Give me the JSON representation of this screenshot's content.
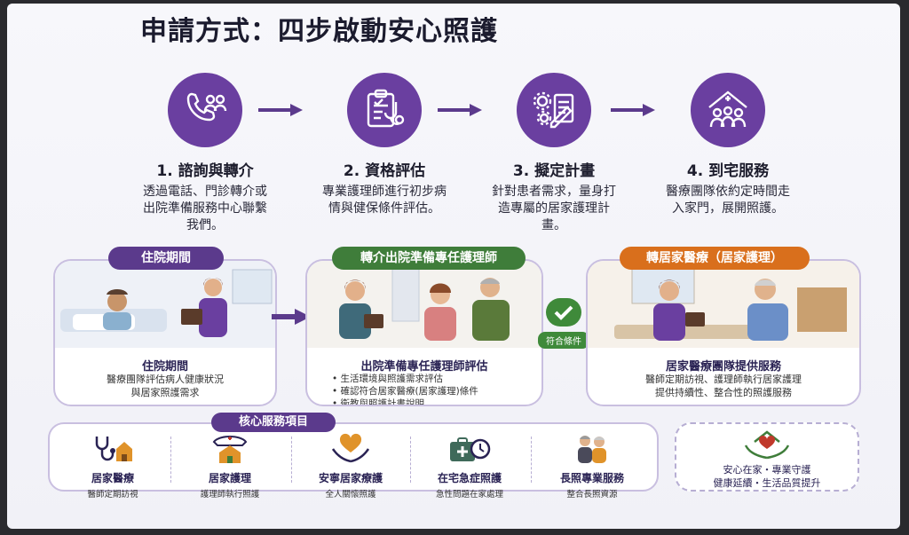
{
  "title": "申請方式：四步啟動安心照護",
  "steps": [
    {
      "title": "1. 諮詢與轉介",
      "desc": "透過電話、門診轉介或出院準備服務中心聯繫我們。",
      "icon": "phone-people-icon"
    },
    {
      "title": "2. 資格評估",
      "desc": "專業護理師進行初步病情與健保條件評估。",
      "icon": "clipboard-stethoscope-icon"
    },
    {
      "title": "3. 擬定計畫",
      "desc": "針對患者需求，量身打造專屬的居家護理計畫。",
      "icon": "gears-document-icon"
    },
    {
      "title": "4. 到宅服務",
      "desc": "醫療團隊依約定時間走入家門，展開照護。",
      "icon": "house-team-icon"
    }
  ],
  "panels": {
    "hospital": {
      "pill": "住院期間",
      "heading": "住院期間",
      "text": [
        "醫療團隊評估病人健康狀況",
        "與居家照護需求"
      ]
    },
    "discharge": {
      "pill": "轉介出院準備專任護理師",
      "heading": "出院準備專任護理師評估",
      "items": [
        "• 生活環境與照護需求評估",
        "• 確認符合居家醫療(居家護理)條件",
        "• 衛教與照護計畫說明"
      ]
    },
    "check": {
      "label": "符合條件"
    },
    "home": {
      "pill": "轉居家醫療（居家護理）",
      "heading": "居家醫療團隊提供服務",
      "text": [
        "醫師定期訪視、護理師執行居家護理",
        "提供持續性、整合性的照護服務"
      ]
    }
  },
  "services": {
    "pill": "核心服務項目",
    "items": [
      {
        "name": "居家醫療",
        "desc": "醫師定期訪視",
        "icon": "stethoscope-house-icon"
      },
      {
        "name": "居家護理",
        "desc": "護理師執行照護",
        "icon": "nurse-cap-house-icon"
      },
      {
        "name": "安寧居家療護",
        "desc": "全人關懷照護",
        "icon": "heart-hands-icon"
      },
      {
        "name": "在宅急症照護",
        "desc": "急性問題在家處理",
        "icon": "medkit-clock-icon"
      },
      {
        "name": "長照專業服務",
        "desc": "整合長照資源",
        "icon": "elderly-couple-icon"
      }
    ]
  },
  "closing": {
    "line1": "安心在家・專業守護",
    "line2": "健康延續・生活品質提升",
    "icon": "heart-house-hands-icon"
  },
  "colors": {
    "purple": "#6a3fa0",
    "green": "#3f7d3a",
    "orange": "#d96f1c",
    "navy": "#2a2354"
  }
}
